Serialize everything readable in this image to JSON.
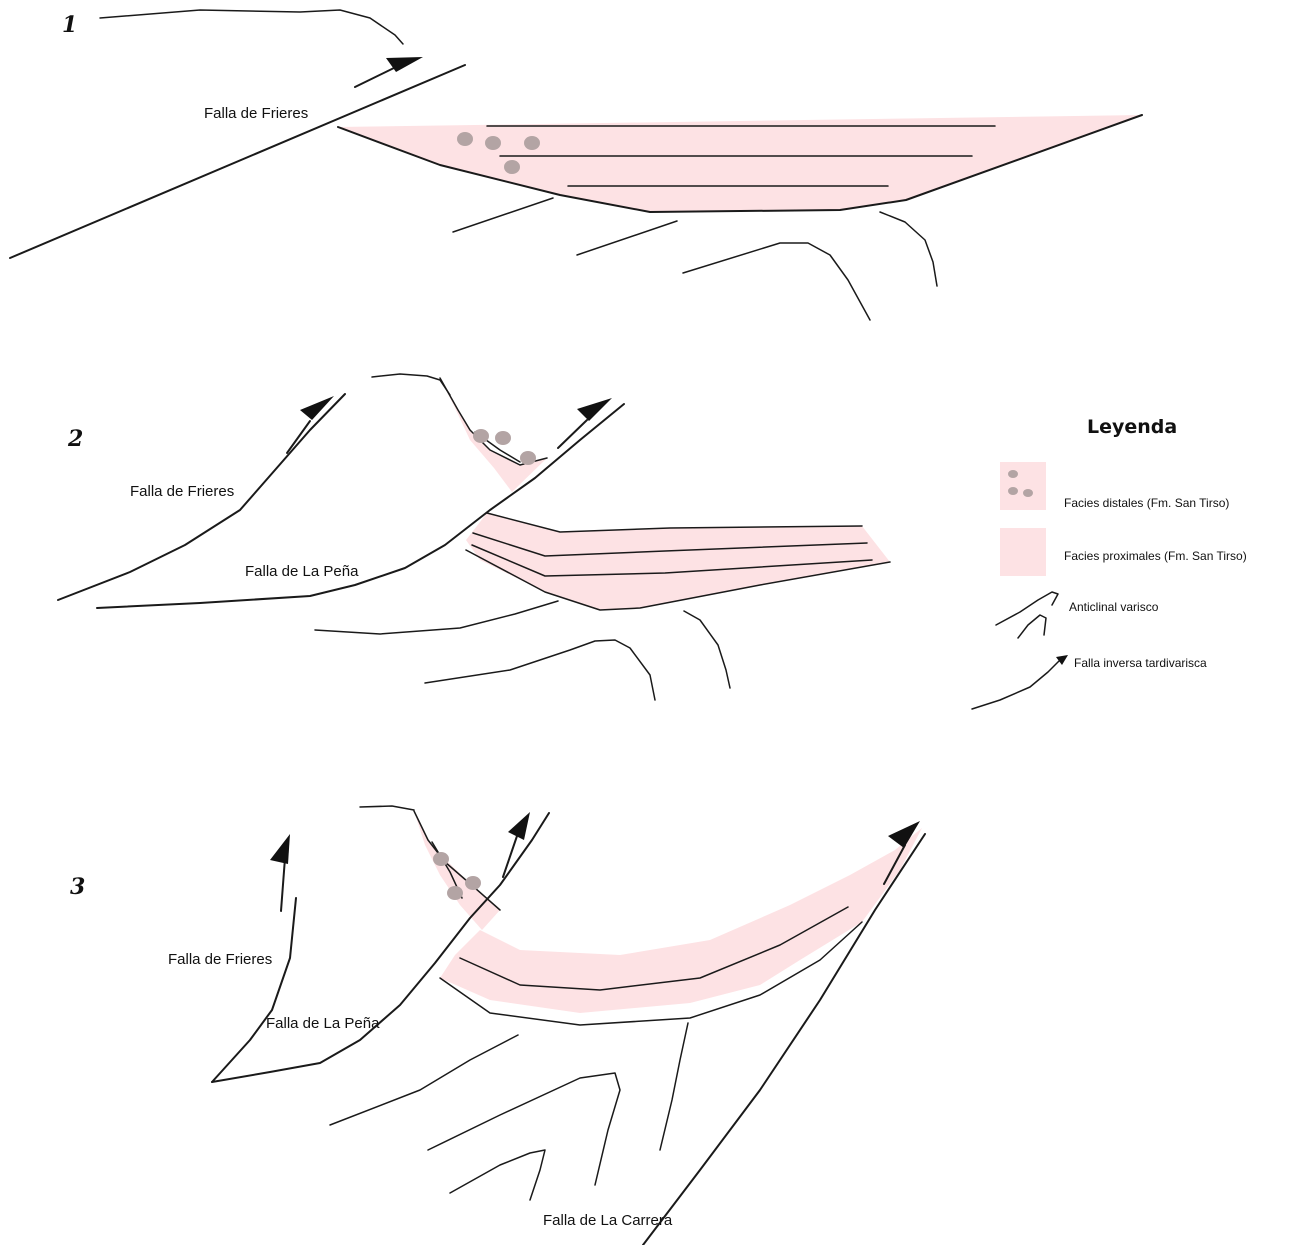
{
  "panels": [
    {
      "number": "1",
      "labels": {
        "frieres": "Falla de Frieres"
      }
    },
    {
      "number": "2",
      "labels": {
        "frieres": "Falla de Frieres",
        "pena": "Falla de La Peña"
      }
    },
    {
      "number": "3",
      "labels": {
        "frieres": "Falla de Frieres",
        "pena": "Falla de La Peña",
        "carrera": "Falla de La Carrera"
      }
    }
  ],
  "legend": {
    "title": "Leyenda",
    "items": [
      {
        "label": "Facies distales (Fm. San Tirso)",
        "icon": "pebble-swatch"
      },
      {
        "label": "Facies proximales (Fm. San Tirso)",
        "icon": "pink-swatch"
      },
      {
        "label": "Anticlinal varisco",
        "icon": "anticline-symbol"
      },
      {
        "label": "Falla inversa tardivarisca",
        "icon": "reverse-fault-symbol"
      }
    ]
  },
  "colors": {
    "facies_fill": "#fde2e4",
    "pebble": "#b3a4a4",
    "line": "#1a1a1a"
  }
}
